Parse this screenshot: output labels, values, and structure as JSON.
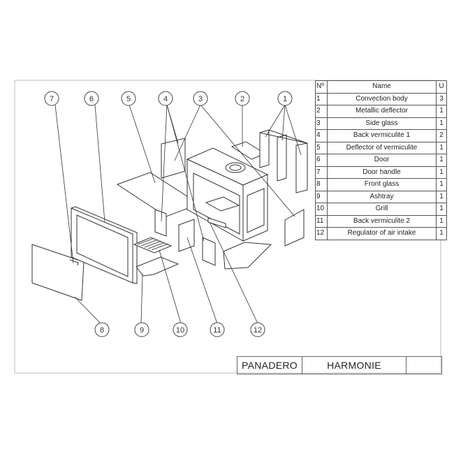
{
  "callouts": [
    "7",
    "6",
    "5",
    "4",
    "3",
    "2",
    "1",
    "8",
    "9",
    "10",
    "11",
    "12"
  ],
  "table": {
    "headers": {
      "no": "Nº",
      "name": "Name",
      "u": "U"
    },
    "rows": [
      {
        "no": "1",
        "name": "Convection body",
        "u": "3"
      },
      {
        "no": "2",
        "name": "Metallic deflector",
        "u": "1"
      },
      {
        "no": "3",
        "name": "Side glass",
        "u": "1"
      },
      {
        "no": "4",
        "name": "Back vermiculite 1",
        "u": "2"
      },
      {
        "no": "5",
        "name": "Deflector of vermiculite",
        "u": "1"
      },
      {
        "no": "6",
        "name": "Door",
        "u": "1"
      },
      {
        "no": "7",
        "name": "Door handle",
        "u": "1"
      },
      {
        "no": "8",
        "name": "Front glass",
        "u": "1"
      },
      {
        "no": "9",
        "name": "Ashtray",
        "u": "1"
      },
      {
        "no": "10",
        "name": "Grill",
        "u": "1"
      },
      {
        "no": "11",
        "name": "Back vermiculite 2",
        "u": "1"
      },
      {
        "no": "12",
        "name": "Regulator of air intake",
        "u": "1"
      }
    ]
  },
  "title_block": {
    "brand": "PANADERO",
    "model": "HARMONIE"
  }
}
